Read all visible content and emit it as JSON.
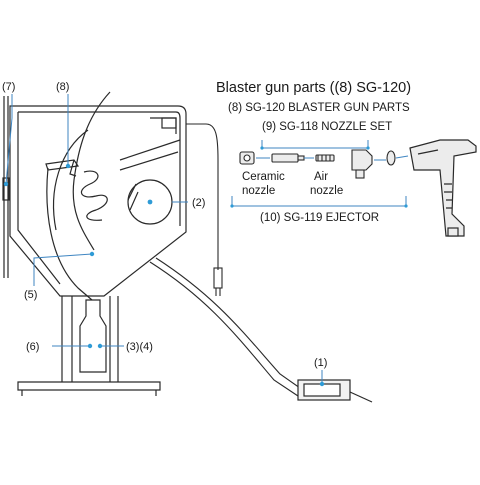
{
  "colors": {
    "outline": "#2a2a2a",
    "leader": "#3f86c2",
    "dot": "#2f9bd6",
    "part_fill": "#ececec"
  },
  "header": {
    "title": "Blaster gun parts ((8) SG-120)",
    "line_8": "(8) SG-120 BLASTER GUN PARTS",
    "line_9": "(9) SG-118 NOZZLE SET",
    "line_10": "(10) SG-119 EJECTOR"
  },
  "parts": {
    "ceramic_nozzle_line1": "Ceramic",
    "ceramic_nozzle_line2": "nozzle",
    "air_nozzle_line1": "Air",
    "air_nozzle_line2": "nozzle"
  },
  "callouts": {
    "c1": "(1)",
    "c2": "(2)",
    "c34": "(3)(4)",
    "c5": "(5)",
    "c6": "(6)",
    "c7": "(7)",
    "c8": "(8)"
  },
  "icons": [
    "blaster-cabinet-icon",
    "foot-pedal-icon",
    "blaster-gun-icon"
  ]
}
